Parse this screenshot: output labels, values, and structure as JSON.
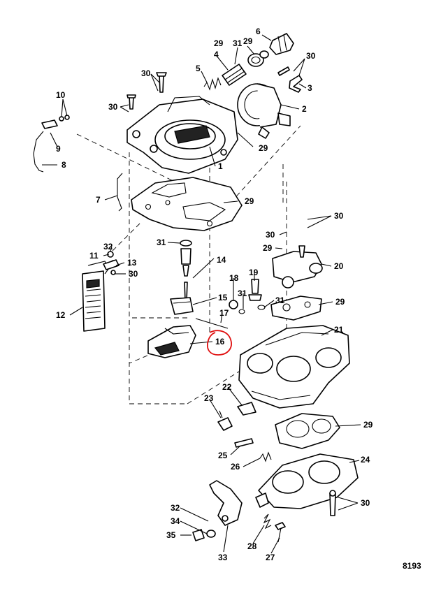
{
  "figure_number": "8193",
  "highlighted_callout": "16",
  "highlight_color": "#e01010",
  "callouts": [
    "1",
    "2",
    "3",
    "4",
    "5",
    "6",
    "7",
    "8",
    "9",
    "10",
    "11",
    "12",
    "13",
    "14",
    "15",
    "16",
    "17",
    "18",
    "19",
    "20",
    "21",
    "22",
    "23",
    "24",
    "25",
    "26",
    "27",
    "28",
    "29",
    "30",
    "31",
    "32",
    "33",
    "34",
    "35"
  ],
  "labels": {
    "c6": "6",
    "c29a": "29",
    "c31a": "31",
    "c30a": "30",
    "c4": "4",
    "c5": "5",
    "c30b": "30",
    "c3": "3",
    "c10": "10",
    "c30c": "30",
    "c2": "2",
    "c9": "9",
    "c29b": "29",
    "c8": "8",
    "c1": "1",
    "c7": "7",
    "c29c": "29",
    "c30d": "30",
    "c30e": "30",
    "c32a": "32",
    "c31b": "31",
    "c11": "11",
    "c13": "13",
    "c29d": "29",
    "c20": "20",
    "c30f": "30",
    "c14": "14",
    "c19": "19",
    "c18": "18",
    "c31c": "31",
    "c31d": "31",
    "c29e": "29",
    "c12": "12",
    "c15": "15",
    "c17": "17",
    "c16": "16",
    "c21": "21",
    "c22": "22",
    "c23": "23",
    "c29f": "29",
    "c25": "25",
    "c24": "24",
    "c26": "26",
    "c30g": "30",
    "c32b": "32",
    "c34": "34",
    "c35": "35",
    "c28": "28",
    "c33": "33",
    "c27": "27"
  }
}
